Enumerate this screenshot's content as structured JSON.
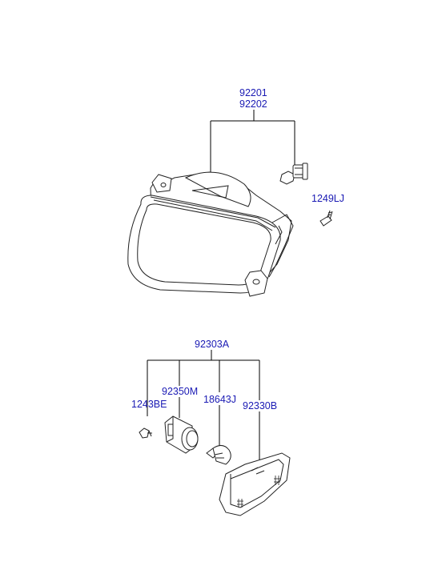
{
  "parts": {
    "fog_lamp_lh": "92201",
    "fog_lamp_rh": "92202",
    "screw_fog": "1249LJ",
    "side_repeater_assy": "92303A",
    "socket": "92350M",
    "bulb": "18643J",
    "lens_housing": "92330B",
    "screw_side": "1243BE"
  },
  "colors": {
    "label": "#1a1ab4",
    "line": "#000000",
    "stroke": "#222222"
  }
}
